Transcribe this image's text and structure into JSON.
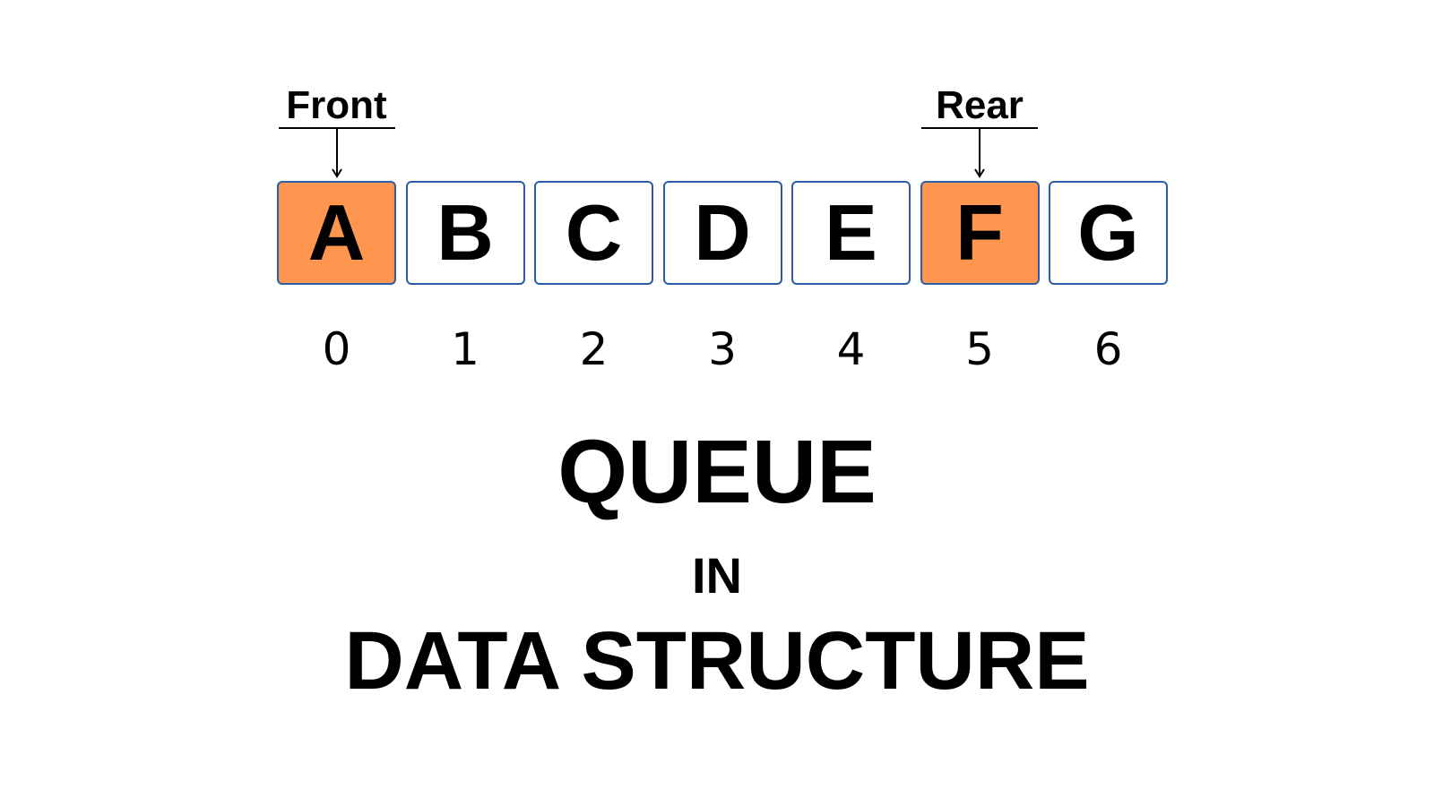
{
  "queue": {
    "cells": [
      {
        "value": "A",
        "highlighted": true
      },
      {
        "value": "B",
        "highlighted": false
      },
      {
        "value": "C",
        "highlighted": false
      },
      {
        "value": "D",
        "highlighted": false
      },
      {
        "value": "E",
        "highlighted": false
      },
      {
        "value": "F",
        "highlighted": true
      },
      {
        "value": "G",
        "highlighted": false
      }
    ],
    "indices": [
      "0",
      "1",
      "2",
      "3",
      "4",
      "5",
      "6"
    ],
    "front": {
      "label": "Front",
      "index": 0
    },
    "rear": {
      "label": "Rear",
      "index": 5
    }
  },
  "titles": {
    "main": "QUEUE",
    "connector": "IN",
    "subtitle": "DATA STRUCTURE"
  },
  "colors": {
    "highlight": "#ff9650",
    "cell_border": "#2c5ea8",
    "text": "#000000",
    "background": "#ffffff"
  }
}
